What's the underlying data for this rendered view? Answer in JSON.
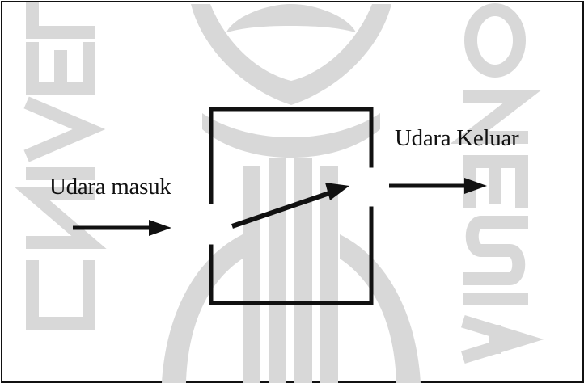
{
  "diagram": {
    "inlet_label": "Udara masuk",
    "outlet_label": "Udara Keluar"
  },
  "watermark": {
    "description_icon": "university-seal-watermark-icon",
    "text_left": "UNIVERSI",
    "text_right": "ONESIA",
    "color": "#d6d6d6"
  },
  "colors": {
    "ink": "#111111",
    "watermark": "#d6d6d6",
    "background": "#ffffff"
  }
}
